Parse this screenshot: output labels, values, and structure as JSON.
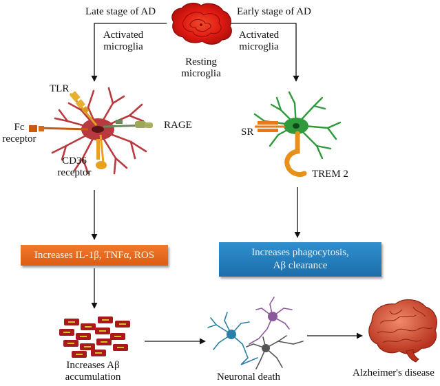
{
  "labels": {
    "late_stage": "Late stage of AD",
    "early_stage": "Early stage of AD",
    "activated_left_1": "Activated",
    "activated_left_2": "microglia",
    "activated_right_1": "Activated",
    "activated_right_2": "microglia",
    "resting_1": "Resting",
    "resting_2": "microglia",
    "tlr": "TLR",
    "rage": "RAGE",
    "fc_1": "Fc",
    "fc_2": "receptor",
    "cd36_1": "CD36",
    "cd36_2": "receptor",
    "sr": "SR",
    "trem2": "TREM 2",
    "increases_ab_1": "Increases Aβ",
    "increases_ab_2": "accumulation",
    "neuronal_death": "Neuronal death",
    "alzheimers": "Alzheimer's disease"
  },
  "boxes": {
    "orange": "Increases IL-1β, TNFα, ROS",
    "blue_1": "Increases phagocytosis,",
    "blue_2": "Aβ clearance"
  },
  "colors": {
    "activated_microglia": "#b83a3e",
    "resting_microglia": "#e01a12",
    "m2_microglia": "#2f9a3c",
    "orange_box": "#e8691f",
    "blue_box": "#2580bd",
    "amyloid_plaque": "#a81a1a"
  }
}
